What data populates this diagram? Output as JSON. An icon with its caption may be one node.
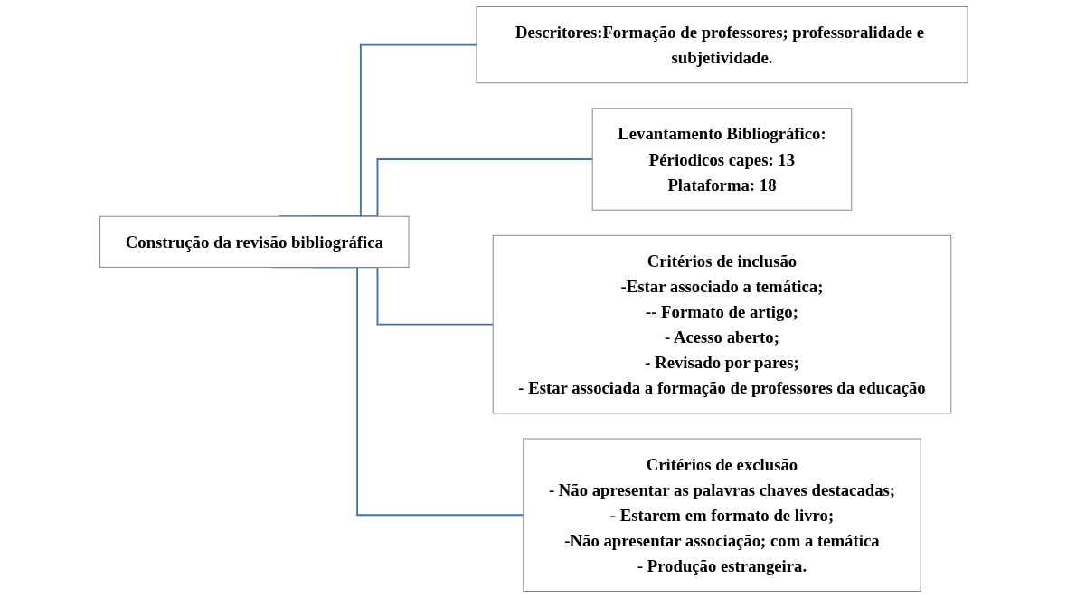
{
  "diagram": {
    "nodes": [
      {
        "text": [
          "Construção da revisão bibliográfica"
        ]
      },
      {
        "text": [
          "Descritores:Formação de professores; professoralidade e subjetividade."
        ]
      },
      {
        "text": [
          "Levantamento Bibliográfico:",
          "Périodicos capes: 13",
          "Plataforma: 18"
        ]
      },
      {
        "text": [
          "Critérios de inclusão",
          "-Estar associado a temática;",
          "-- Formato de artigo;",
          "- Acesso aberto;",
          "- Revisado por pares;",
          "- Estar associada a formação de professores da educação"
        ]
      },
      {
        "text": [
          "Critérios de exclusão",
          "- Não apresentar as palavras chaves destacadas;",
          "- Estarem em formato de livro;",
          "-Não apresentar associação; com a temática",
          "- Produção estrangeira."
        ]
      }
    ],
    "edges": [
      {
        "from": 0,
        "to": 1,
        "arrow": "none"
      },
      {
        "from": 0,
        "to": 2,
        "arrow": "none"
      },
      {
        "from": 0,
        "to": 3,
        "arrow": "none"
      },
      {
        "from": 0,
        "to": 4,
        "arrow": "none"
      }
    ]
  }
}
